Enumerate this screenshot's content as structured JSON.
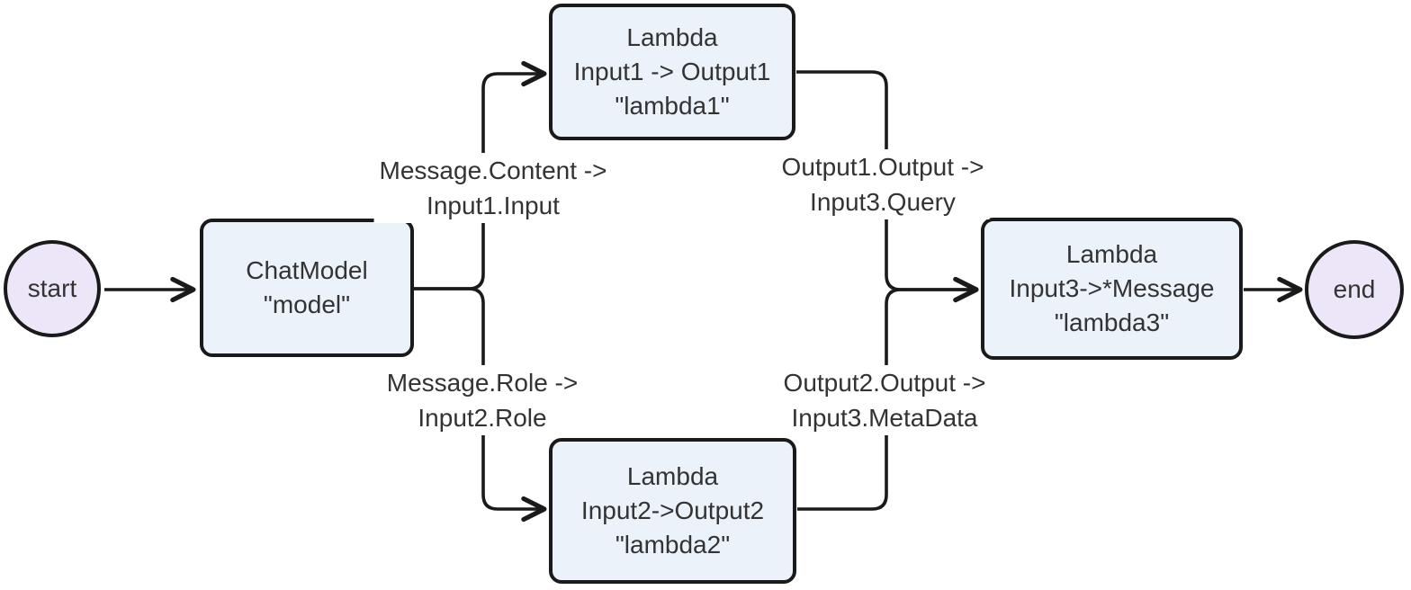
{
  "diagram": {
    "type": "flowchart",
    "direction": "left-to-right",
    "colors": {
      "background": "#ffffff",
      "process_fill": "#ecf2fa",
      "terminal_fill": "#ede6f8",
      "stroke": "#1a1a1a",
      "text": "#333333"
    },
    "nodes": {
      "start": {
        "shape": "circle",
        "label": "start"
      },
      "model": {
        "shape": "rect",
        "lines": [
          "ChatModel",
          "\"model\""
        ]
      },
      "lambda1": {
        "shape": "rect",
        "lines": [
          "Lambda",
          "Input1 -> Output1",
          "\"lambda1\""
        ]
      },
      "lambda2": {
        "shape": "rect",
        "lines": [
          "Lambda",
          "Input2->Output2",
          "\"lambda2\""
        ]
      },
      "lambda3": {
        "shape": "rect",
        "lines": [
          "Lambda",
          "Input3->*Message",
          "\"lambda3\""
        ]
      },
      "end": {
        "shape": "circle",
        "label": "end"
      }
    },
    "edge_labels": {
      "model_to_lambda1": {
        "line1": "Message.Content ->",
        "line2": "Input1.Input"
      },
      "model_to_lambda2": {
        "line1": "Message.Role ->",
        "line2": "Input2.Role"
      },
      "lambda1_to_lambda3": {
        "line1": "Output1.Output ->",
        "line2": "Input3.Query"
      },
      "lambda2_to_lambda3": {
        "line1": "Output2.Output ->",
        "line2": "Input3.MetaData"
      }
    },
    "edges": [
      {
        "from": "start",
        "to": "model",
        "label": ""
      },
      {
        "from": "model",
        "to": "lambda1",
        "label": "Message.Content -> Input1.Input"
      },
      {
        "from": "model",
        "to": "lambda2",
        "label": "Message.Role -> Input2.Role"
      },
      {
        "from": "lambda1",
        "to": "lambda3",
        "label": "Output1.Output -> Input3.Query"
      },
      {
        "from": "lambda2",
        "to": "lambda3",
        "label": "Output2.Output -> Input3.MetaData"
      },
      {
        "from": "lambda3",
        "to": "end",
        "label": ""
      }
    ]
  }
}
